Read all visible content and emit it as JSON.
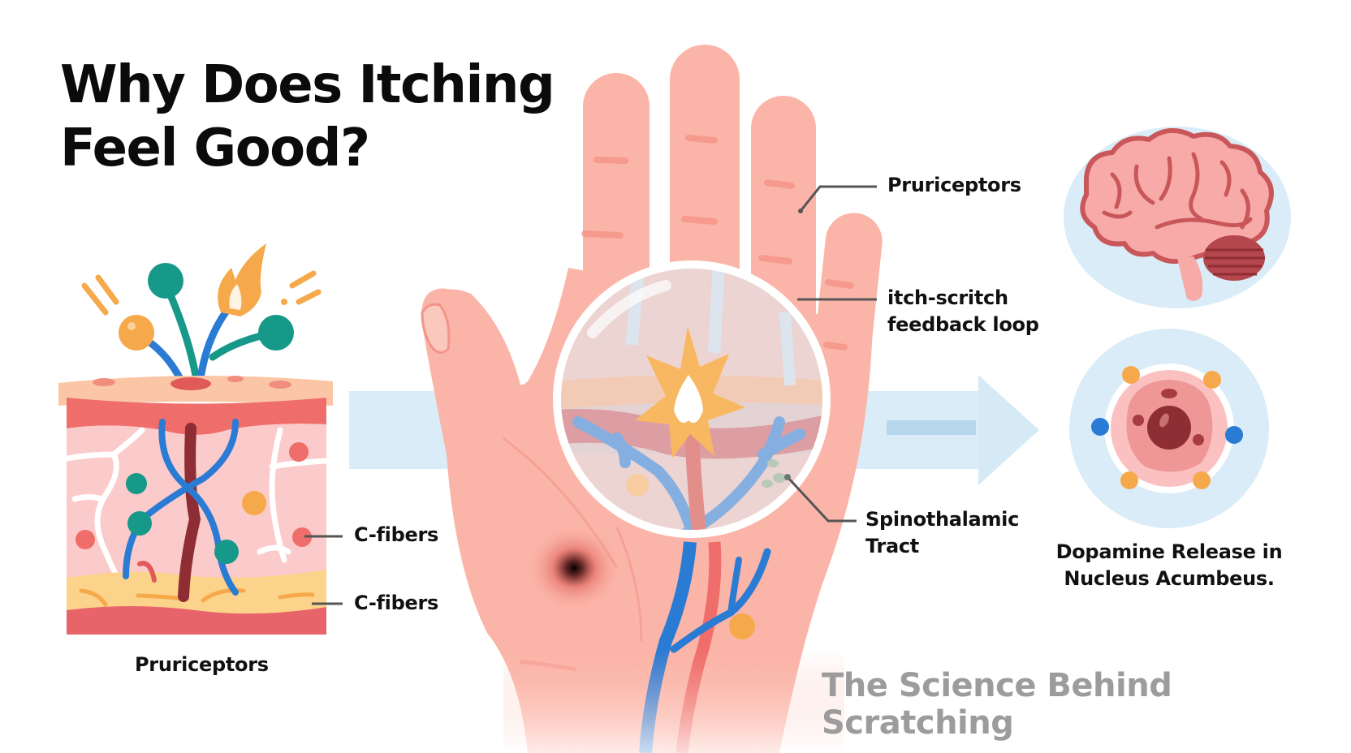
{
  "title": {
    "line1": "Why Does Itching",
    "line2": "Feel Good?"
  },
  "skin_panel": {
    "caption": "Pruriceptors",
    "callouts": [
      {
        "label": "C-fibers"
      },
      {
        "label": "C-fibers"
      }
    ]
  },
  "hand_panel": {
    "callouts": [
      {
        "label": "Pruriceptors"
      },
      {
        "label_line1": "itch-scritch",
        "label_line2": "feedback loop"
      },
      {
        "label_line1": "Spinothalamic",
        "label_line2": "Tract"
      }
    ]
  },
  "brain_panel": {
    "icon": "brain-icon",
    "cell_icon": "neuron-cell-icon",
    "caption_line1": "Dopamine Release in",
    "caption_line2": "Nucleus Acumbeus."
  },
  "footer": {
    "text": "The Science Behind Scratching"
  },
  "colors": {
    "skin": "#fbb5a8",
    "skin_dark": "#f48f82",
    "nerve_blue": "#2a7bd4",
    "vessel_red": "#e05a5a",
    "teal": "#17998a",
    "orange": "#f6a94a",
    "light_blue": "#d6eaf6",
    "brain_pink": "#f7a9a6",
    "brain_outline": "#c9575a",
    "text": "#111111",
    "footer_gray": "#9c9c9c"
  }
}
